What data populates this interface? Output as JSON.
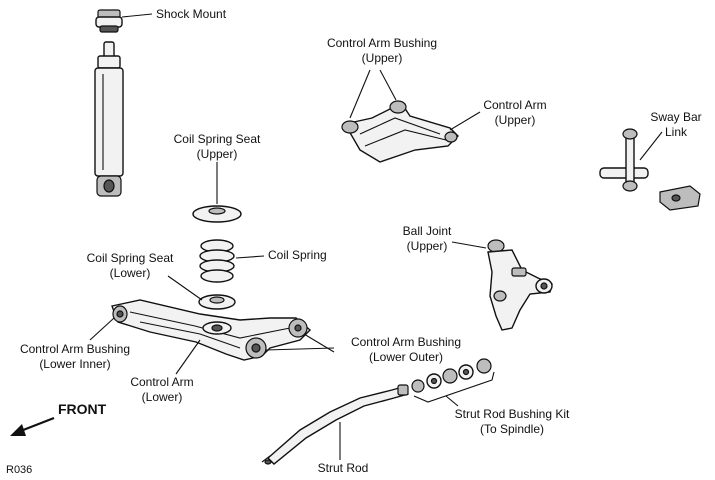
{
  "diagram": {
    "code": "R036",
    "front": "FRONT",
    "labels": {
      "shock_mount": "Shock Mount",
      "control_arm_bushing_upper_1": "Control Arm Bushing",
      "control_arm_bushing_upper_2": "(Upper)",
      "control_arm_upper_1": "Control Arm",
      "control_arm_upper_2": "(Upper)",
      "sway_bar_link_1": "Sway Bar",
      "sway_bar_link_2": "Link",
      "coil_spring_seat_upper_1": "Coil Spring Seat",
      "coil_spring_seat_upper_2": "(Upper)",
      "coil_spring": "Coil Spring",
      "ball_joint_upper_1": "Ball Joint",
      "ball_joint_upper_2": "(Upper)",
      "coil_spring_seat_lower_1": "Coil Spring Seat",
      "coil_spring_seat_lower_2": "(Lower)",
      "control_arm_bushing_lower_inner_1": "Control Arm Bushing",
      "control_arm_bushing_lower_inner_2": "(Lower Inner)",
      "control_arm_bushing_lower_outer_1": "Control Arm Bushing",
      "control_arm_bushing_lower_outer_2": "(Lower Outer)",
      "control_arm_lower_1": "Control Arm",
      "control_arm_lower_2": "(Lower)",
      "strut_rod_bushing_kit_1": "Strut Rod Bushing Kit",
      "strut_rod_bushing_kit_2": "(To Spindle)",
      "strut_rod": "Strut Rod"
    }
  }
}
